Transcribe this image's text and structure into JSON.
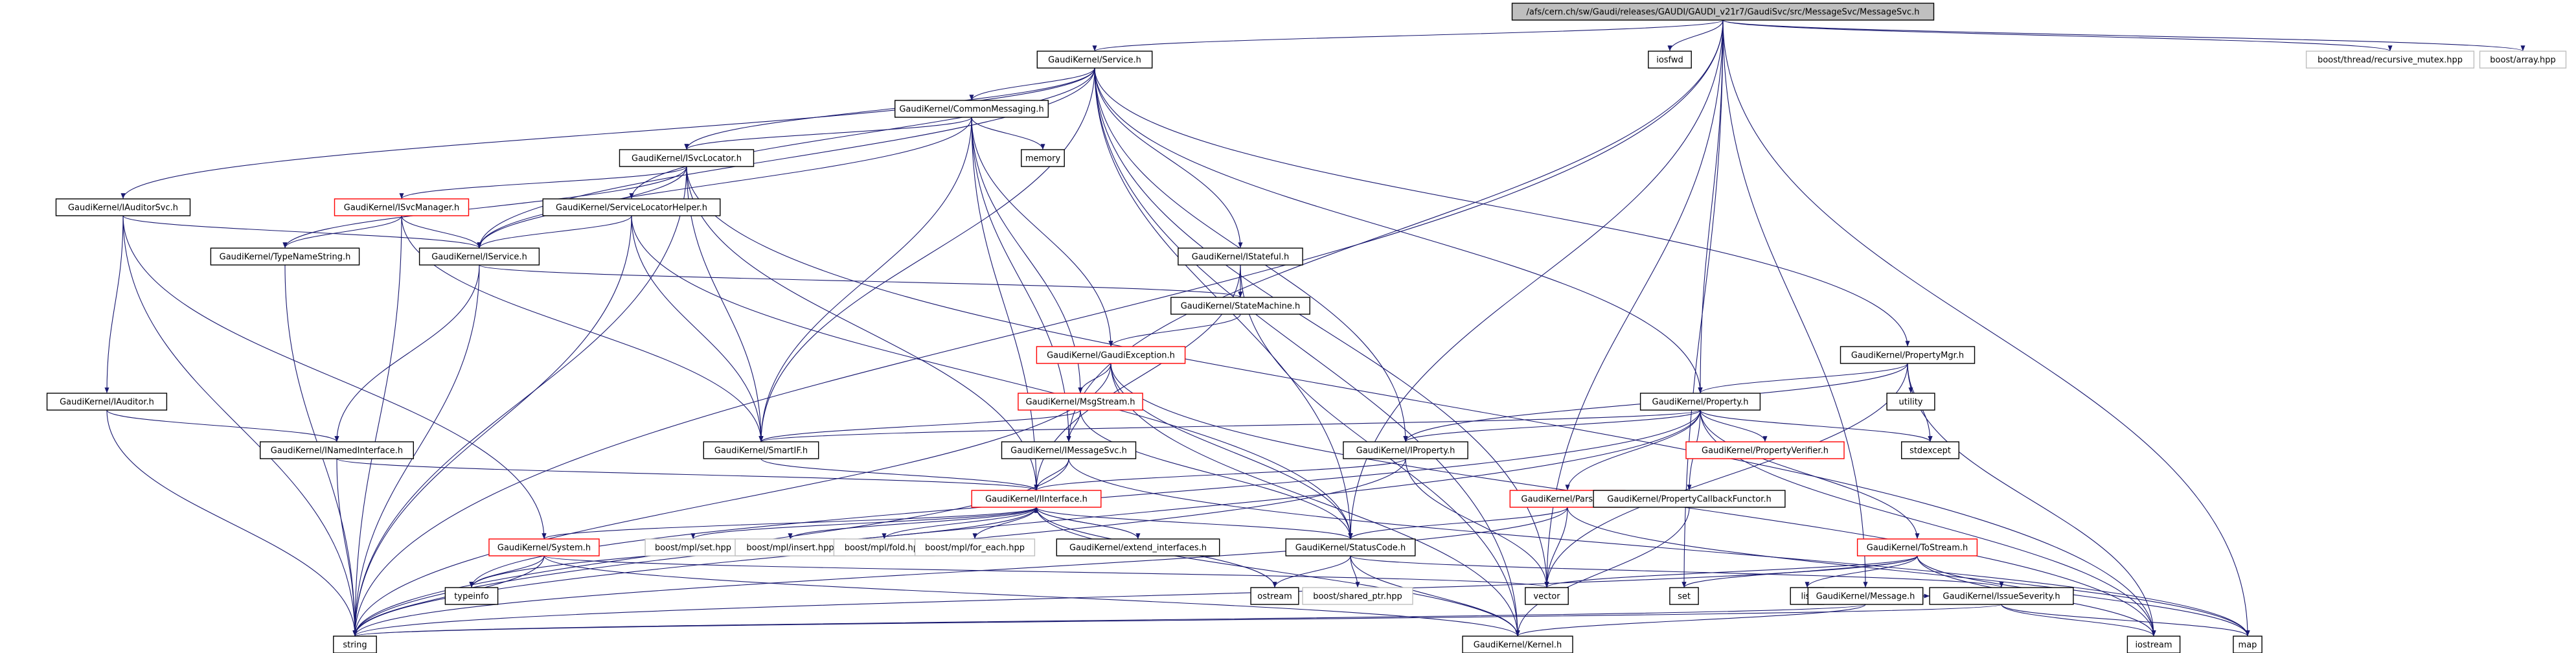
{
  "graph": {
    "nodes": [
      {
        "id": "root",
        "label": "/afs/cern.ch/sw/Gaudi/releases/GAUDI/GAUDI_v21r7/GaudiSvc/src/MessageSvc/MessageSvc.h",
        "style": "root"
      },
      {
        "id": "service_h",
        "label": "GaudiKernel/Service.h",
        "style": "normal"
      },
      {
        "id": "iosfwd",
        "label": "iosfwd",
        "style": "normal"
      },
      {
        "id": "recmutex",
        "label": "boost/thread/recursive_mutex.hpp",
        "style": "external"
      },
      {
        "id": "array",
        "label": "boost/array.hpp",
        "style": "external"
      },
      {
        "id": "commonmsg",
        "label": "GaudiKernel/CommonMessaging.h",
        "style": "normal"
      },
      {
        "id": "memory",
        "label": "memory",
        "style": "normal"
      },
      {
        "id": "isvclocator",
        "label": "GaudiKernel/ISvcLocator.h",
        "style": "normal"
      },
      {
        "id": "iauditorsvc",
        "label": "GaudiKernel/IAuditorSvc.h",
        "style": "normal"
      },
      {
        "id": "isvcmanager",
        "label": "GaudiKernel/ISvcManager.h",
        "style": "red"
      },
      {
        "id": "servicelocatorhelper",
        "label": "GaudiKernel/ServiceLocatorHelper.h",
        "style": "normal"
      },
      {
        "id": "typenamestring",
        "label": "GaudiKernel/TypeNameString.h",
        "style": "normal"
      },
      {
        "id": "iservice",
        "label": "GaudiKernel/IService.h",
        "style": "normal"
      },
      {
        "id": "istateful",
        "label": "GaudiKernel/IStateful.h",
        "style": "normal"
      },
      {
        "id": "statemachine",
        "label": "GaudiKernel/StateMachine.h",
        "style": "normal"
      },
      {
        "id": "gaudiexception",
        "label": "GaudiKernel/GaudiException.h",
        "style": "red"
      },
      {
        "id": "propertymgr",
        "label": "GaudiKernel/PropertyMgr.h",
        "style": "normal"
      },
      {
        "id": "utility",
        "label": "utility",
        "style": "normal"
      },
      {
        "id": "iauditor",
        "label": "GaudiKernel/IAuditor.h",
        "style": "normal"
      },
      {
        "id": "msgstream",
        "label": "GaudiKernel/MsgStream.h",
        "style": "red"
      },
      {
        "id": "property",
        "label": "GaudiKernel/Property.h",
        "style": "normal"
      },
      {
        "id": "inamedinterface",
        "label": "GaudiKernel/INamedInterface.h",
        "style": "normal"
      },
      {
        "id": "smartif",
        "label": "GaudiKernel/SmartIF.h",
        "style": "normal"
      },
      {
        "id": "imessagesvc",
        "label": "GaudiKernel/IMessageSvc.h",
        "style": "normal"
      },
      {
        "id": "iproperty",
        "label": "GaudiKernel/IProperty.h",
        "style": "normal"
      },
      {
        "id": "propertyverifier",
        "label": "GaudiKernel/PropertyVerifier.h",
        "style": "red"
      },
      {
        "id": "stdexcept",
        "label": "stdexcept",
        "style": "normal"
      },
      {
        "id": "iinterface",
        "label": "GaudiKernel/IInterface.h",
        "style": "red"
      },
      {
        "id": "parsers",
        "label": "GaudiKernel/Parsers.h",
        "style": "red"
      },
      {
        "id": "propertycallback",
        "label": "GaudiKernel/PropertyCallbackFunctor.h",
        "style": "normal"
      },
      {
        "id": "system",
        "label": "GaudiKernel/System.h",
        "style": "red"
      },
      {
        "id": "mplset",
        "label": "boost/mpl/set.hpp",
        "style": "external"
      },
      {
        "id": "mplinsert",
        "label": "boost/mpl/insert.hpp",
        "style": "external"
      },
      {
        "id": "mplfold",
        "label": "boost/mpl/fold.hpp",
        "style": "external"
      },
      {
        "id": "mplforeach",
        "label": "boost/mpl/for_each.hpp",
        "style": "external"
      },
      {
        "id": "extendinterfaces",
        "label": "GaudiKernel/extend_interfaces.h",
        "style": "normal"
      },
      {
        "id": "statuscode",
        "label": "GaudiKernel/StatusCode.h",
        "style": "normal"
      },
      {
        "id": "tostream",
        "label": "GaudiKernel/ToStream.h",
        "style": "red"
      },
      {
        "id": "typeinfo",
        "label": "typeinfo",
        "style": "normal"
      },
      {
        "id": "ostream",
        "label": "ostream",
        "style": "normal"
      },
      {
        "id": "sharedptr",
        "label": "boost/shared_ptr.hpp",
        "style": "external"
      },
      {
        "id": "vector",
        "label": "vector",
        "style": "normal"
      },
      {
        "id": "set",
        "label": "set",
        "style": "normal"
      },
      {
        "id": "list",
        "label": "list",
        "style": "normal"
      },
      {
        "id": "message",
        "label": "GaudiKernel/Message.h",
        "style": "normal"
      },
      {
        "id": "issueseverity",
        "label": "GaudiKernel/IssueSeverity.h",
        "style": "normal"
      },
      {
        "id": "string",
        "label": "string",
        "style": "normal"
      },
      {
        "id": "kernel",
        "label": "GaudiKernel/Kernel.h",
        "style": "normal"
      },
      {
        "id": "iostream",
        "label": "iostream",
        "style": "normal"
      },
      {
        "id": "map",
        "label": "map",
        "style": "normal"
      }
    ],
    "edges": [
      [
        "root",
        "service_h"
      ],
      [
        "root",
        "iosfwd"
      ],
      [
        "root",
        "recmutex"
      ],
      [
        "root",
        "array"
      ],
      [
        "root",
        "string"
      ],
      [
        "root",
        "vector"
      ],
      [
        "root",
        "map"
      ],
      [
        "root",
        "set"
      ],
      [
        "root",
        "imessagesvc"
      ],
      [
        "root",
        "statuscode"
      ],
      [
        "root",
        "property"
      ],
      [
        "root",
        "message"
      ],
      [
        "service_h",
        "commonmsg"
      ],
      [
        "service_h",
        "isvclocator"
      ],
      [
        "service_h",
        "iauditorsvc"
      ],
      [
        "service_h",
        "servicelocatorhelper"
      ],
      [
        "service_h",
        "iservice"
      ],
      [
        "service_h",
        "istateful"
      ],
      [
        "service_h",
        "propertymgr"
      ],
      [
        "service_h",
        "iproperty"
      ],
      [
        "service_h",
        "smartif"
      ],
      [
        "service_h",
        "property"
      ],
      [
        "service_h",
        "kernel"
      ],
      [
        "service_h",
        "vector"
      ],
      [
        "service_h",
        "statuscode"
      ],
      [
        "commonmsg",
        "memory"
      ],
      [
        "commonmsg",
        "isvclocator"
      ],
      [
        "commonmsg",
        "iservice"
      ],
      [
        "commonmsg",
        "msgstream"
      ],
      [
        "commonmsg",
        "imessagesvc"
      ],
      [
        "commonmsg",
        "smartif"
      ],
      [
        "commonmsg",
        "gaudiexception"
      ],
      [
        "commonmsg",
        "iinterface"
      ],
      [
        "isvclocator",
        "isvcmanager"
      ],
      [
        "isvclocator",
        "iservice"
      ],
      [
        "isvclocator",
        "typenamestring"
      ],
      [
        "isvclocator",
        "smartif"
      ],
      [
        "isvclocator",
        "iinterface"
      ],
      [
        "isvclocator",
        "string"
      ],
      [
        "isvclocator",
        "iostream"
      ],
      [
        "iauditorsvc",
        "iservice"
      ],
      [
        "iauditorsvc",
        "iauditor"
      ],
      [
        "iauditorsvc",
        "system"
      ],
      [
        "iauditorsvc",
        "string"
      ],
      [
        "isvcmanager",
        "iservice"
      ],
      [
        "isvcmanager",
        "typenamestring"
      ],
      [
        "isvcmanager",
        "smartif"
      ],
      [
        "isvcmanager",
        "string"
      ],
      [
        "servicelocatorhelper",
        "iservice"
      ],
      [
        "servicelocatorhelper",
        "smartif"
      ],
      [
        "servicelocatorhelper",
        "statuscode"
      ],
      [
        "servicelocatorhelper",
        "string"
      ],
      [
        "typenamestring",
        "string"
      ],
      [
        "iservice",
        "inamedinterface"
      ],
      [
        "iservice",
        "statemachine"
      ],
      [
        "iservice",
        "string"
      ],
      [
        "istateful",
        "statemachine"
      ],
      [
        "istateful",
        "iinterface"
      ],
      [
        "istateful",
        "kernel"
      ],
      [
        "statemachine",
        "gaudiexception"
      ],
      [
        "gaudiexception",
        "msgstream"
      ],
      [
        "gaudiexception",
        "statuscode"
      ],
      [
        "gaudiexception",
        "string"
      ],
      [
        "gaudiexception",
        "iostream"
      ],
      [
        "gaudiexception",
        "kernel"
      ],
      [
        "propertymgr",
        "utility"
      ],
      [
        "propertymgr",
        "property"
      ],
      [
        "propertymgr",
        "iproperty"
      ],
      [
        "propertymgr",
        "stdexcept"
      ],
      [
        "propertymgr",
        "iostream"
      ],
      [
        "propertymgr",
        "vector"
      ],
      [
        "iauditor",
        "inamedinterface"
      ],
      [
        "iauditor",
        "string"
      ],
      [
        "msgstream",
        "imessagesvc"
      ],
      [
        "msgstream",
        "smartif"
      ],
      [
        "msgstream",
        "statuscode"
      ],
      [
        "property",
        "propertyverifier"
      ],
      [
        "property",
        "parsers"
      ],
      [
        "property",
        "tostream"
      ],
      [
        "property",
        "propertycallback"
      ],
      [
        "property",
        "stdexcept"
      ],
      [
        "property",
        "iproperty"
      ],
      [
        "property",
        "smartif"
      ],
      [
        "property",
        "typeinfo"
      ],
      [
        "property",
        "string"
      ],
      [
        "property",
        "iostream"
      ],
      [
        "inamedinterface",
        "iinterface"
      ],
      [
        "inamedinterface",
        "string"
      ],
      [
        "smartif",
        "iinterface"
      ],
      [
        "imessagesvc",
        "iinterface"
      ],
      [
        "imessagesvc",
        "string"
      ],
      [
        "imessagesvc",
        "map"
      ],
      [
        "iproperty",
        "iinterface"
      ],
      [
        "iproperty",
        "vector"
      ],
      [
        "iproperty",
        "string"
      ],
      [
        "iinterface",
        "system"
      ],
      [
        "iinterface",
        "mplset"
      ],
      [
        "iinterface",
        "mplinsert"
      ],
      [
        "iinterface",
        "mplfold"
      ],
      [
        "iinterface",
        "mplforeach"
      ],
      [
        "iinterface",
        "extendinterfaces"
      ],
      [
        "iinterface",
        "statuscode"
      ],
      [
        "iinterface",
        "typeinfo"
      ],
      [
        "iinterface",
        "kernel"
      ],
      [
        "iinterface",
        "ostream"
      ],
      [
        "extendinterfaces",
        "iinterface"
      ],
      [
        "parsers",
        "statuscode"
      ],
      [
        "parsers",
        "vector"
      ],
      [
        "parsers",
        "map"
      ],
      [
        "parsers",
        "string"
      ],
      [
        "propertycallback",
        "kernel"
      ],
      [
        "system",
        "typeinfo"
      ],
      [
        "system",
        "string"
      ],
      [
        "system",
        "vector"
      ],
      [
        "system",
        "kernel"
      ],
      [
        "statuscode",
        "ostream"
      ],
      [
        "statuscode",
        "sharedptr"
      ],
      [
        "statuscode",
        "issueseverity"
      ],
      [
        "statuscode",
        "kernel"
      ],
      [
        "tostream",
        "vector"
      ],
      [
        "tostream",
        "set"
      ],
      [
        "tostream",
        "list"
      ],
      [
        "tostream",
        "map"
      ],
      [
        "tostream",
        "string"
      ],
      [
        "tostream",
        "iostream"
      ],
      [
        "message",
        "string"
      ],
      [
        "message",
        "issueseverity"
      ],
      [
        "message",
        "kernel"
      ],
      [
        "issueseverity",
        "string"
      ],
      [
        "issueseverity",
        "map"
      ],
      [
        "issueseverity",
        "iostream"
      ]
    ]
  },
  "colors": {
    "edge": "#191970",
    "node_border": "#000000",
    "node_red_border": "#ff0000",
    "external_border": "#bfbfbf",
    "root_fill": "#bfbfbf",
    "text": "#000000"
  }
}
